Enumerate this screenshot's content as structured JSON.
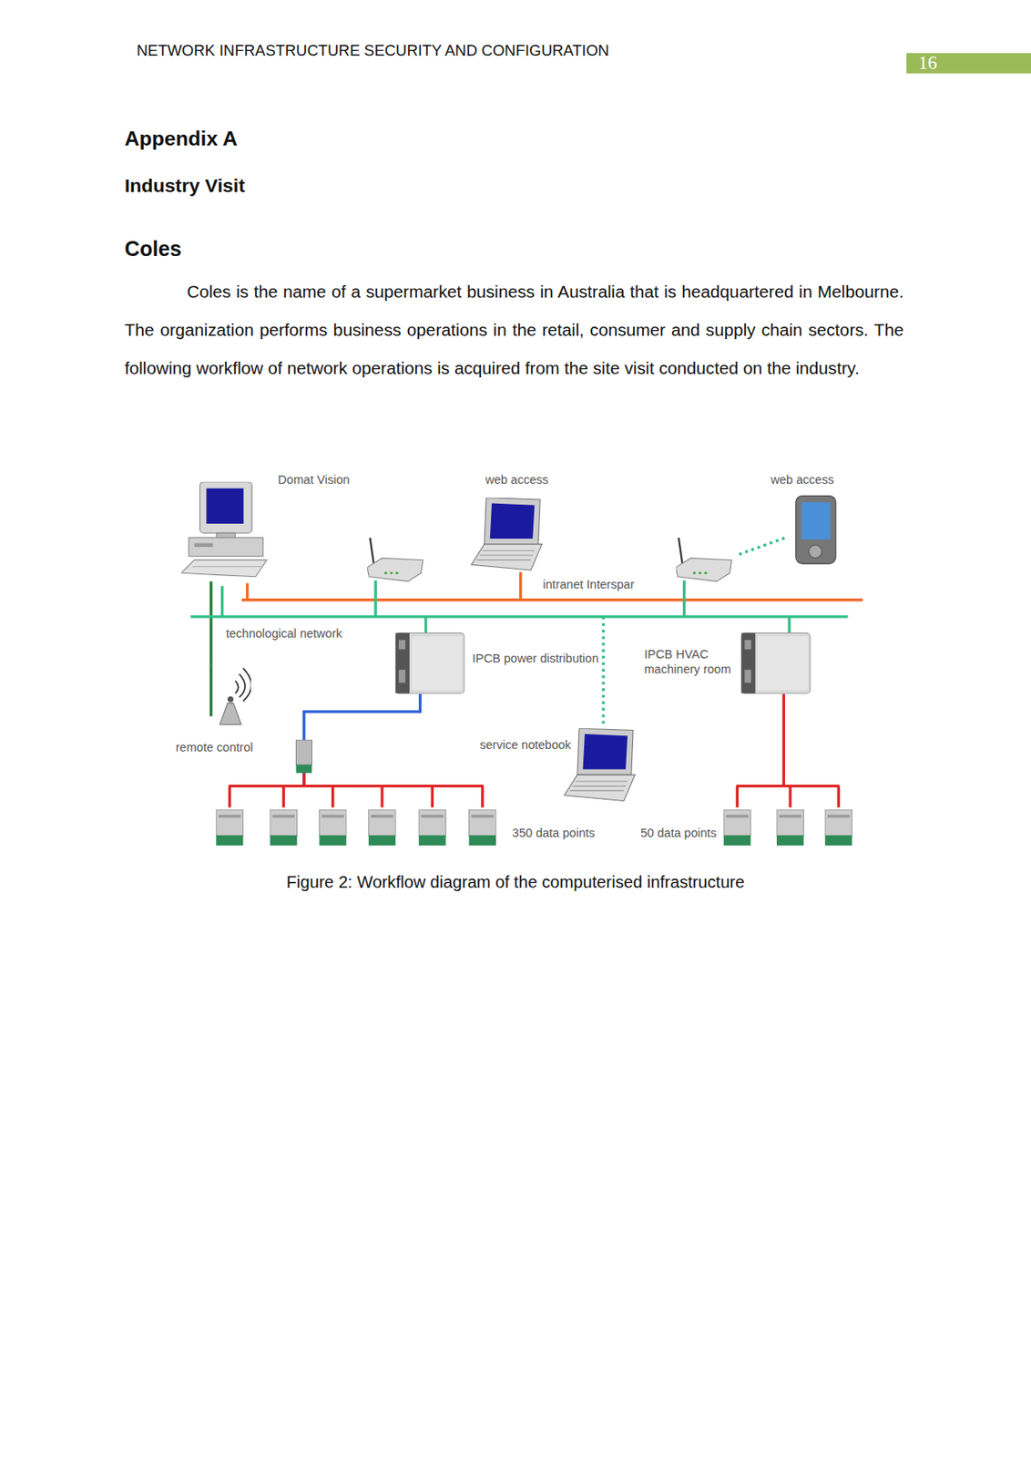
{
  "diagram": {
    "caption": "Figure 2: Workflow diagram of the computerised infrastructure",
    "nodes": [
      {
        "text": [
          "Domat Vision"
        ]
      },
      {
        "text": [
          "web access"
        ]
      },
      {
        "text": [
          "web access"
        ]
      },
      {
        "text": [
          "IPCB power distribution"
        ]
      },
      {
        "text": [
          "IPCB HVAC machinery room"
        ]
      },
      {
        "text": [
          "service notebook"
        ]
      },
      {
        "text": [
          "remote control"
        ]
      },
      {
        "text": [
          "350 data points"
        ]
      },
      {
        "text": [
          "50 data points"
        ]
      }
    ],
    "edges": [
      {
        "from": 0,
        "to": 6,
        "arrow": "none"
      },
      {
        "from": 3,
        "to": 7,
        "arrow": "none"
      },
      {
        "from": 4,
        "to": 8,
        "arrow": "none"
      }
    ],
    "labels": [
      "NETWORK INFRASTRUCTURE SECURITY AND CONFIGURATION",
      "16",
      "Appendix A",
      "Industry Visit",
      "Coles",
      "Coles is the name of a supermarket business in Australia that is headquartered in Melbourne. The organization performs business operations in the retail, consumer and supply chain sectors. The following workflow of network operations is acquired from the site visit conducted on the industry.",
      "intranet Interspar",
      "technological network"
    ]
  }
}
